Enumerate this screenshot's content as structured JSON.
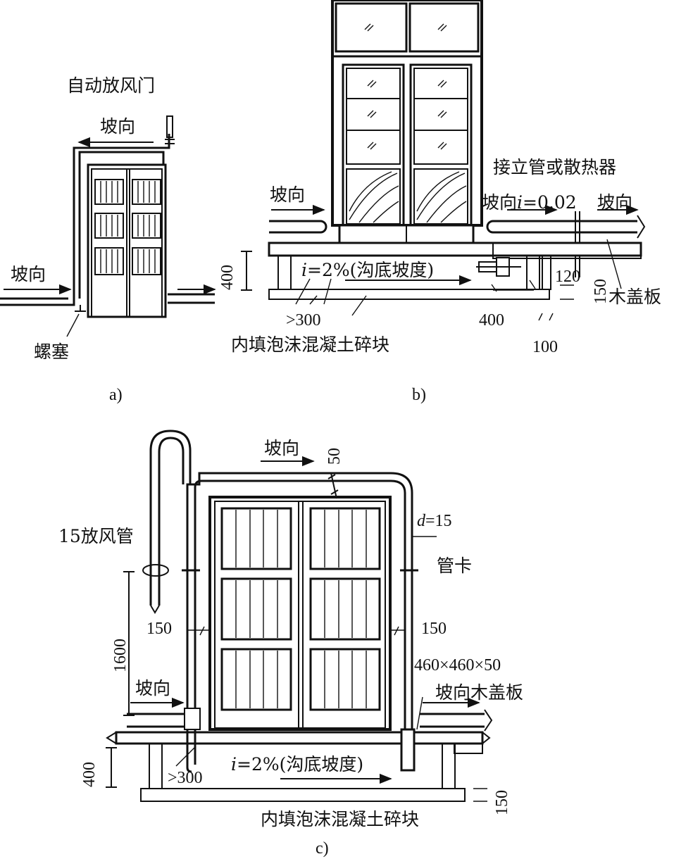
{
  "captions": {
    "a": "a)",
    "b": "b)",
    "c": "c)"
  },
  "fig_a": {
    "auto_vent": "自动放风门",
    "slope_top": "坡向",
    "slope_left": "坡向",
    "plug": "螺塞"
  },
  "fig_b": {
    "riser": "接立管或散热器",
    "slope_left": "坡向",
    "slope_right_prefix": "坡向",
    "slope_var": "i",
    "slope_value": "=0.02",
    "slope_right": "坡向",
    "trench_var": "i",
    "trench_slope": "=2%(沟底坡度)",
    "dim_400_h": "400",
    "dim_300": ">300",
    "dim_400": "400",
    "dim_120": "120",
    "dim_150": "150",
    "dim_100": "100",
    "cover": "木盖板",
    "fill": "内填泡沫混凝土碎块"
  },
  "fig_c": {
    "slope_top": "坡向",
    "dim_50": "50",
    "d_var": "d",
    "d_value": "=15",
    "vent_pipe": "15放风管",
    "clamp": "管卡",
    "dim_150_left": "150",
    "dim_150_right": "150",
    "dim_1600": "1600",
    "cover_size": "460×460×50",
    "slope_left": "坡向",
    "slope_cover": "坡向木盖板",
    "dim_400": "400",
    "dim_300": ">300",
    "trench_var": "i",
    "trench_slope": "=2%(沟底坡度)",
    "dim_150_bottom": "150",
    "fill": "内填泡沫混凝土碎块"
  }
}
